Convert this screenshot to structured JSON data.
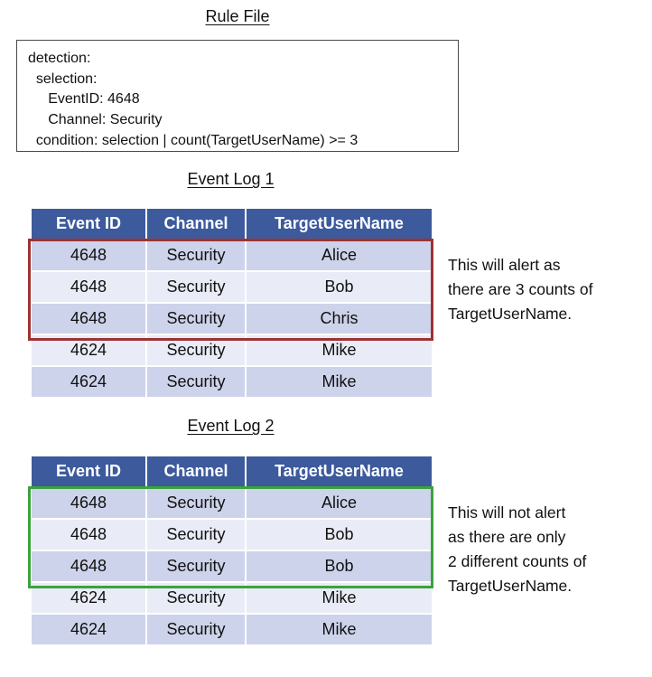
{
  "rule_file": {
    "title": "Rule File",
    "lines": [
      "detection:",
      "  selection:",
      "     EventID: 4648",
      "     Channel: Security",
      "  condition: selection | count(TargetUserName) >= 3"
    ]
  },
  "log1": {
    "title": "Event Log 1",
    "headers": [
      "Event ID",
      "Channel",
      "TargetUserName"
    ],
    "rows": [
      [
        "4648",
        "Security",
        "Alice"
      ],
      [
        "4648",
        "Security",
        "Bob"
      ],
      [
        "4648",
        "Security",
        "Chris"
      ],
      [
        "4624",
        "Security",
        "Mike"
      ],
      [
        "4624",
        "Security",
        "Mike"
      ]
    ],
    "highlighted_rows": "1-3",
    "annotation_lines": [
      "This will alert as",
      "there are 3 counts of",
      "TargetUserName."
    ]
  },
  "log2": {
    "title": "Event Log 2",
    "headers": [
      "Event ID",
      "Channel",
      "TargetUserName"
    ],
    "rows": [
      [
        "4648",
        "Security",
        "Alice"
      ],
      [
        "4648",
        "Security",
        "Bob"
      ],
      [
        "4648",
        "Security",
        "Bob"
      ],
      [
        "4624",
        "Security",
        "Mike"
      ],
      [
        "4624",
        "Security",
        "Mike"
      ]
    ],
    "highlighted_rows": "1-3",
    "annotation_lines": [
      "This will not alert",
      "as there are only",
      "2 different counts of",
      "TargetUserName."
    ]
  },
  "colors": {
    "header_bg": "#3C5A9C",
    "row_dark": "#CDD3EA",
    "row_light": "#E9EBF6",
    "alert_border": "#9E3232",
    "no_alert_border": "#3BA23B"
  }
}
